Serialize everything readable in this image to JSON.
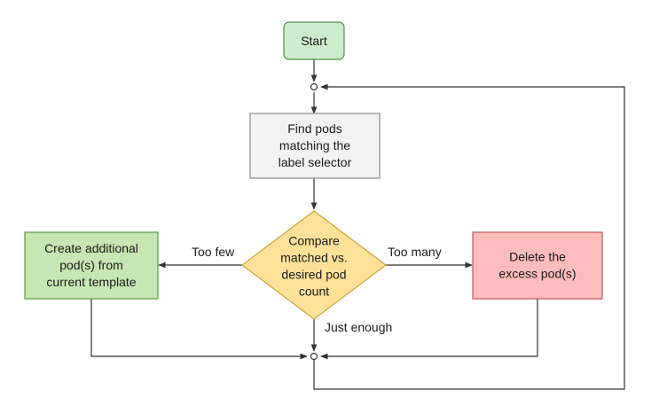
{
  "nodes": {
    "start": {
      "lines": [
        "Start"
      ],
      "fill": "#cdeccb",
      "stroke": "#4f8f4a"
    },
    "find_pods": {
      "lines": [
        "Find pods",
        "matching the",
        "label selector"
      ],
      "fill": "#f2f2f2",
      "stroke": "#8a8a8a"
    },
    "compare": {
      "lines": [
        "Compare",
        "matched vs.",
        "desired pod",
        "count"
      ],
      "fill": "#fde199",
      "stroke": "#c9a23a"
    },
    "create": {
      "lines": [
        "Create additional",
        "pod(s) from",
        "current template"
      ],
      "fill": "#c6e6b4",
      "stroke": "#5c9a4c"
    },
    "delete": {
      "lines": [
        "Delete the",
        "excess pod(s)"
      ],
      "fill": "#fdbcbc",
      "stroke": "#c15656"
    }
  },
  "edges": {
    "too_few": "Too few",
    "too_many": "Too many",
    "just_enough": "Just enough"
  },
  "colors": {
    "line": "#333333",
    "junction_fill": "#ffffff"
  }
}
